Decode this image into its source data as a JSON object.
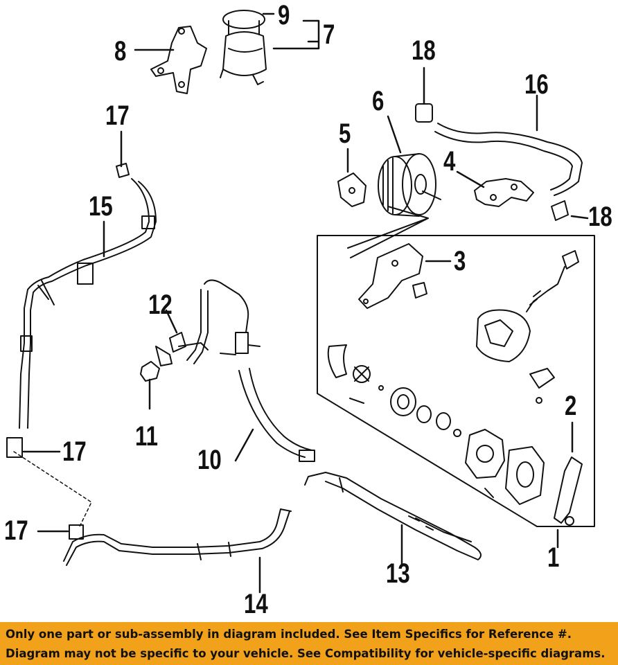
{
  "callouts": {
    "c1": "1",
    "c2": "2",
    "c3": "3",
    "c4": "4",
    "c5": "5",
    "c6": "6",
    "c7": "7",
    "c8": "8",
    "c9": "9",
    "c10": "10",
    "c11": "11",
    "c12": "12",
    "c13": "13",
    "c14": "14",
    "c15": "15",
    "c16": "16",
    "c17a": "17",
    "c17b": "17",
    "c17c": "17",
    "c18a": "18",
    "c18b": "18"
  },
  "footer": {
    "line1": "Only one part or sub-assembly in diagram included. See Item Specifics for Reference #.",
    "line2": "Diagram may not be specific to your vehicle. See Compatibility for vehicle-specific diagrams."
  }
}
